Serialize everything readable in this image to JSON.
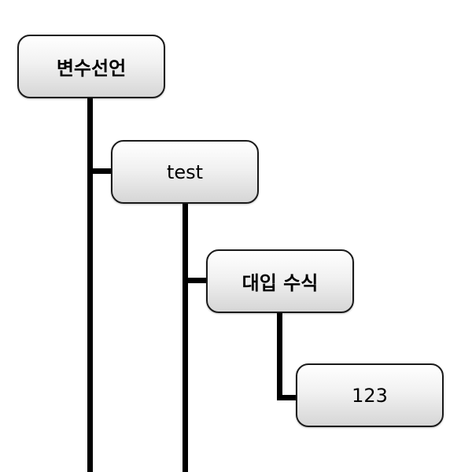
{
  "tree": {
    "root": {
      "label": "변수선언"
    },
    "variable": {
      "label": "test"
    },
    "assignment": {
      "label": "대입 수식"
    },
    "value": {
      "label": "123"
    }
  },
  "colors": {
    "line": "#000000",
    "node_border": "#1a1a1a",
    "node_fill_top": "#ffffff",
    "node_fill_bottom": "#d6d6d6"
  }
}
